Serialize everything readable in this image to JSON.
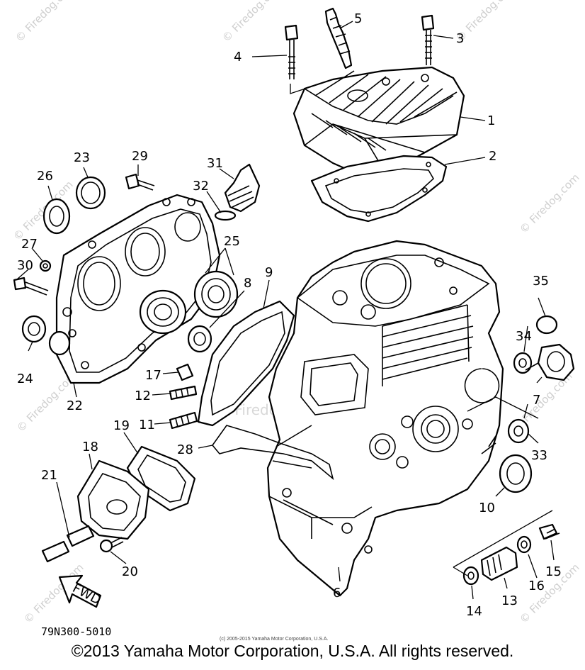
{
  "diagram": {
    "callouts": [
      {
        "id": "1",
        "text": "1"
      },
      {
        "id": "2",
        "text": "2"
      },
      {
        "id": "3",
        "text": "3"
      },
      {
        "id": "4",
        "text": "4"
      },
      {
        "id": "5",
        "text": "5"
      },
      {
        "id": "6",
        "text": "6"
      },
      {
        "id": "7",
        "text": "7"
      },
      {
        "id": "8",
        "text": "8"
      },
      {
        "id": "9",
        "text": "9"
      },
      {
        "id": "10",
        "text": "10"
      },
      {
        "id": "11",
        "text": "11"
      },
      {
        "id": "12",
        "text": "12"
      },
      {
        "id": "13",
        "text": "13"
      },
      {
        "id": "14",
        "text": "14"
      },
      {
        "id": "15",
        "text": "15"
      },
      {
        "id": "16",
        "text": "16"
      },
      {
        "id": "17",
        "text": "17"
      },
      {
        "id": "18",
        "text": "18"
      },
      {
        "id": "19",
        "text": "19"
      },
      {
        "id": "20",
        "text": "20"
      },
      {
        "id": "21",
        "text": "21"
      },
      {
        "id": "22",
        "text": "22"
      },
      {
        "id": "23",
        "text": "23"
      },
      {
        "id": "24",
        "text": "24"
      },
      {
        "id": "25",
        "text": "25"
      },
      {
        "id": "26",
        "text": "26"
      },
      {
        "id": "27",
        "text": "27"
      },
      {
        "id": "28",
        "text": "28"
      },
      {
        "id": "29",
        "text": "29"
      },
      {
        "id": "30",
        "text": "30"
      },
      {
        "id": "31",
        "text": "31"
      },
      {
        "id": "32",
        "text": "32"
      },
      {
        "id": "33",
        "text": "33"
      },
      {
        "id": "34",
        "text": "34"
      },
      {
        "id": "35",
        "text": "35"
      }
    ],
    "fwd_label": "FWD",
    "drawing_code": "79N300-5010",
    "small_copyright": "(c) 2005-2015 Yamaha Motor Corporation, U.S.A.",
    "watermark": "© Firedog.com"
  },
  "footer": {
    "copyright": "©2013 Yamaha Motor Corporation, U.S.A. All rights reserved."
  }
}
